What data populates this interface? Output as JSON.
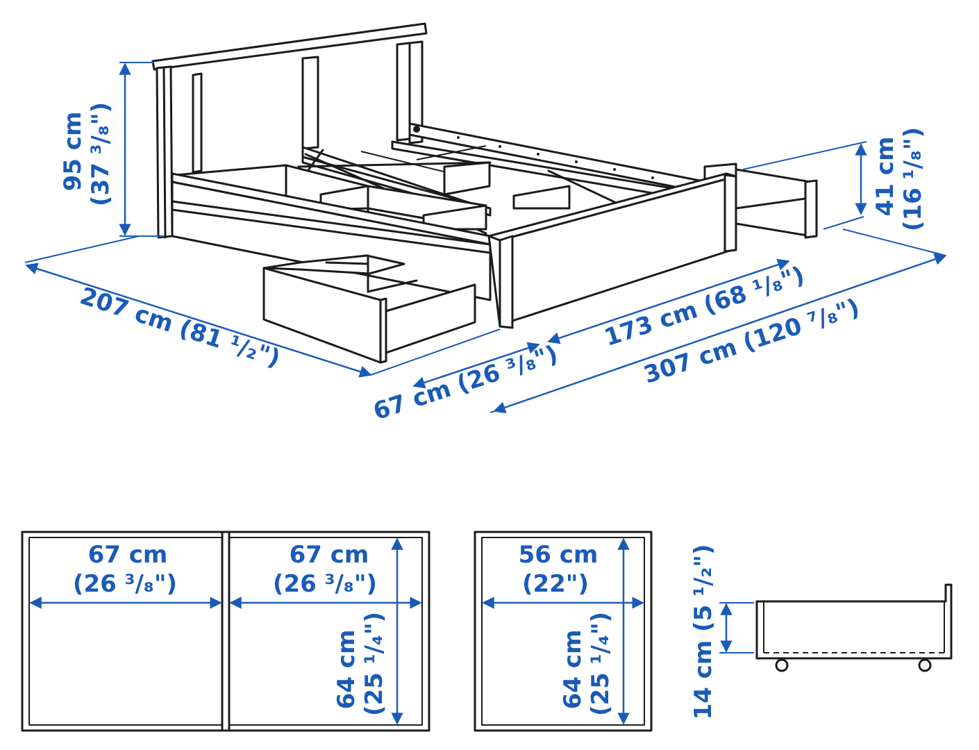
{
  "colors": {
    "dimension": "#1a5bb8",
    "line": "#1b1b1b",
    "background": "#ffffff"
  },
  "bed": {
    "height": "95 cm",
    "height_in": "(37 ³/₈\")",
    "width": "207 cm (81 ¹/₂\")",
    "length_open": "307 cm (120 ⁷/₈\")",
    "length": "173 cm (68 ¹/₈\")",
    "drawer_depth": "67 cm (26 ³/₈\")",
    "side_height": "41 cm",
    "side_height_in": "(16 ¹/₈\")"
  },
  "top_views": {
    "panel_a_width": "67 cm",
    "panel_a_width_in": "(26 ³/₈\")",
    "panel_b_width": "67 cm",
    "panel_b_width_in": "(26 ³/₈\")",
    "panel_b_depth": "64 cm",
    "panel_b_depth_in": "(25 ¹/₄\")",
    "panel_c_width": "56 cm",
    "panel_c_width_in": "(22\")",
    "panel_c_depth": "64 cm",
    "panel_c_depth_in": "(25 ¹/₄\")"
  },
  "drawer_side": {
    "height": "14 cm (5 ¹/₂\")"
  }
}
